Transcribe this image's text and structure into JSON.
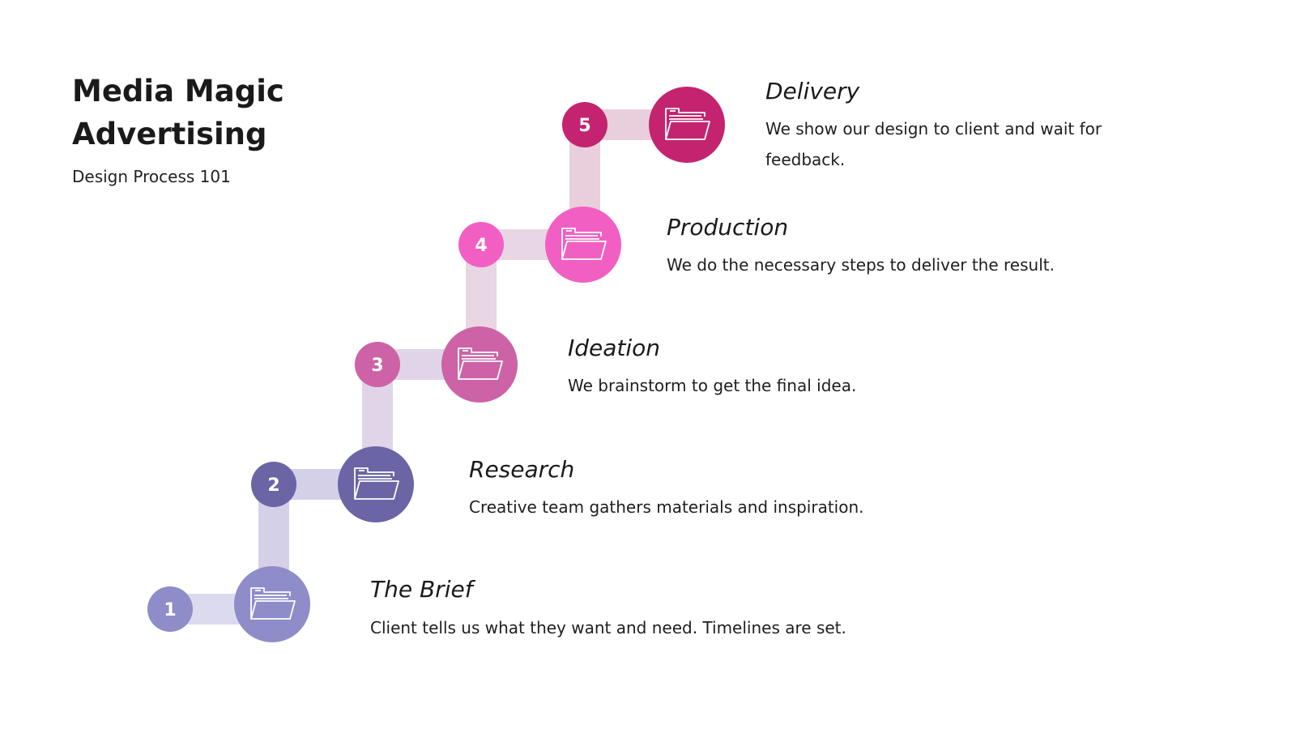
{
  "header": {
    "title": "Media Magic Advertising",
    "subtitle": "Design Process 101"
  },
  "steps": [
    {
      "number": "1",
      "heading": "The Brief",
      "description": "Client tells us what they want and need. Timelines are set.",
      "color": "#8e8cc9",
      "connector_color": "#dcdaee",
      "icon": "folder-icon"
    },
    {
      "number": "2",
      "heading": "Research",
      "description": "Creative team gathers materials and inspiration.",
      "color": "#6b65a6",
      "connector_color": "#d3d0e8",
      "icon": "folder-icon"
    },
    {
      "number": "3",
      "heading": "Ideation",
      "description": "We brainstorm to get the final idea.",
      "color": "#cd62a6",
      "connector_color": "#e0d5e8",
      "icon": "folder-icon"
    },
    {
      "number": "4",
      "heading": "Production",
      "description": "We do the necessary steps to deliver the result.",
      "color": "#f25fc3",
      "connector_color": "#e8d6e4",
      "icon": "folder-icon"
    },
    {
      "number": "5",
      "heading": "Delivery",
      "description": "We show our design to client and wait for feedback.",
      "color": "#c4246f",
      "connector_color": "#e8cfdb",
      "icon": "folder-icon"
    }
  ]
}
